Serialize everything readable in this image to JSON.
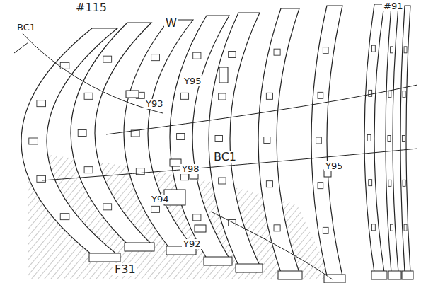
{
  "diagram": {
    "labels": [
      "#115",
      "BC1",
      "W",
      "#91",
      "Y95",
      "Y93",
      "BC1",
      "Y98",
      "Y94",
      "Y92",
      "Y95",
      "F31"
    ]
  }
}
